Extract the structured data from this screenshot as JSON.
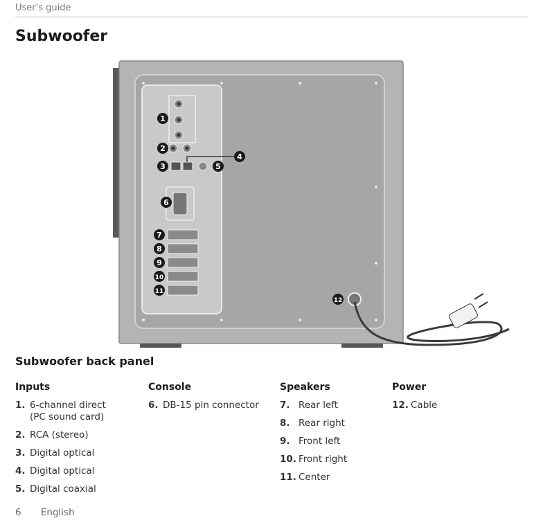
{
  "header": {
    "text": "User's guide"
  },
  "page_title": "Subwoofer",
  "figure": {
    "callouts": [
      "1",
      "2",
      "3",
      "4",
      "5",
      "6",
      "7",
      "8",
      "9",
      "10",
      "11",
      "12"
    ]
  },
  "section_heading": "Subwoofer back panel",
  "columns": {
    "inputs": {
      "title": "Inputs",
      "items": [
        {
          "num": "1.",
          "text": "6-channel direct",
          "text2": "(PC sound card)"
        },
        {
          "num": "2.",
          "text": "RCA (stereo)"
        },
        {
          "num": "3.",
          "text": "Digital optical"
        },
        {
          "num": "4.",
          "text": "Digital optical"
        },
        {
          "num": "5.",
          "text": "Digital coaxial"
        }
      ]
    },
    "console": {
      "title": "Console",
      "items": [
        {
          "num": "6.",
          "text": "DB-15 pin connector"
        }
      ]
    },
    "speakers": {
      "title": "Speakers",
      "items": [
        {
          "num": "7.",
          "text": "Rear left"
        },
        {
          "num": "8.",
          "text": "Rear right"
        },
        {
          "num": "9.",
          "text": "Front left"
        },
        {
          "num": "10.",
          "text": "Front right"
        },
        {
          "num": "11.",
          "text": "Center"
        }
      ]
    },
    "power": {
      "title": "Power",
      "items": [
        {
          "num": "12.",
          "text": "Cable"
        }
      ]
    }
  },
  "footer": {
    "page_number": "6",
    "language": "English"
  }
}
